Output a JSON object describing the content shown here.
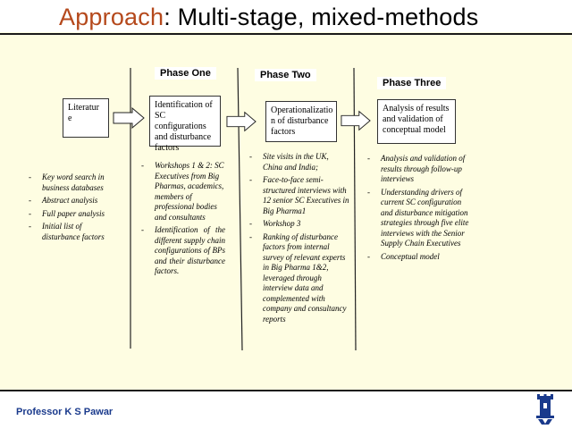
{
  "title": {
    "accent": "Approach",
    "rest": ": Multi-stage, mixed-methods"
  },
  "footer": {
    "presenter": "Professor K S Pawar"
  },
  "phases": [
    {
      "label": "Phase One"
    },
    {
      "label": "Phase Two"
    },
    {
      "label": "Phase Three"
    }
  ],
  "boxes": {
    "literature": "Literatur e",
    "phase1": "Identification of SC configurations and disturbance factors",
    "phase2": "Operationalizatio n of disturbance factors",
    "phase3": "Analysis of results and validation of conceptual model"
  },
  "lists": {
    "literature": [
      "Key word search in business databases",
      "Abstract analysis",
      "Full paper analysis",
      "Initial list of disturbance factors"
    ],
    "phase1": [
      "Workshops 1 & 2: SC Executives from Big Pharmas, academics, members of professional bodies and consultants",
      "Identification of the different supply chain configurations of BPs and their disturbance factors."
    ],
    "phase2": [
      "Site visits in the UK, China and India;",
      "Face-to-face semi-structured interviews with 12 senior SC Executives in Big Pharma1",
      "Workshop 3",
      "Ranking of disturbance factors from internal survey of relevant experts in Big Pharma 1&2, leveraged through interview data and complemented with company and consultancy reports"
    ],
    "phase3": [
      "Analysis and validation of results through follow-up interviews",
      "Understanding drivers of current SC configuration and disturbance mitigation strategies through five elite interviews with the Senior Supply Chain Executives",
      "Conceptual model"
    ]
  },
  "colors": {
    "accent": "#b5491c",
    "background": "#fefde2",
    "footer_text": "#1a3a8c"
  }
}
